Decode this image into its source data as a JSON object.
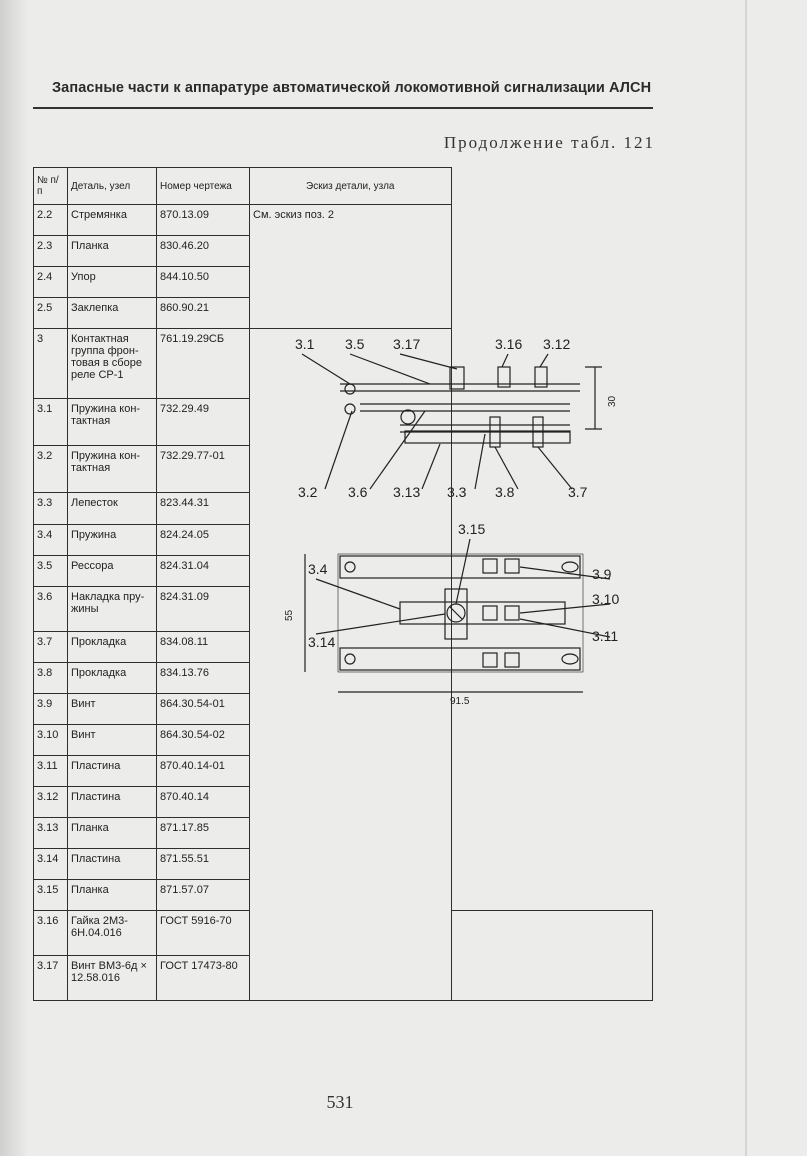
{
  "header": {
    "title": "Запасные части к аппаратуре автоматической локомотивной сигнализации АЛСН",
    "continuation": "Продолжение табл. 121"
  },
  "table": {
    "columns": [
      "№ п/п",
      "Деталь, узел",
      "Номер чертежа",
      "Эскиз детали, узла"
    ],
    "see_sketch_note": "См. эскиз поз. 2",
    "rows": [
      {
        "no": "2.2",
        "detail": "Стремянка",
        "drawing": "870.13.09"
      },
      {
        "no": "2.3",
        "detail": "Планка",
        "drawing": "830.46.20"
      },
      {
        "no": "2.4",
        "detail": "Упор",
        "drawing": "844.10.50"
      },
      {
        "no": "2.5",
        "detail": "Заклепка",
        "drawing": "860.90.21"
      },
      {
        "no": "3",
        "detail": "Контактная группа фрон-товая в сборе реле СР-1",
        "drawing": "761.19.29СБ"
      },
      {
        "no": "3.1",
        "detail": "Пружина кон-тактная",
        "drawing": "732.29.49"
      },
      {
        "no": "3.2",
        "detail": "Пружина кон-тактная",
        "drawing": "732.29.77-01"
      },
      {
        "no": "3.3",
        "detail": "Лепесток",
        "drawing": "823.44.31"
      },
      {
        "no": "3.4",
        "detail": "Пружина",
        "drawing": "824.24.05"
      },
      {
        "no": "3.5",
        "detail": "Рессора",
        "drawing": "824.31.04"
      },
      {
        "no": "3.6",
        "detail": "Накладка пру-жины",
        "drawing": "824.31.09"
      },
      {
        "no": "3.7",
        "detail": "Прокладка",
        "drawing": "834.08.11"
      },
      {
        "no": "3.8",
        "detail": "Прокладка",
        "drawing": "834.13.76"
      },
      {
        "no": "3.9",
        "detail": "Винт",
        "drawing": "864.30.54-01"
      },
      {
        "no": "3.10",
        "detail": "Винт",
        "drawing": "864.30.54-02"
      },
      {
        "no": "3.11",
        "detail": "Пластина",
        "drawing": "870.40.14-01"
      },
      {
        "no": "3.12",
        "detail": "Пластина",
        "drawing": "870.40.14"
      },
      {
        "no": "3.13",
        "detail": "Планка",
        "drawing": "871.17.85"
      },
      {
        "no": "3.14",
        "detail": "Пластина",
        "drawing": "871.55.51"
      },
      {
        "no": "3.15",
        "detail": "Планка",
        "drawing": "871.57.07"
      },
      {
        "no": "3.16",
        "detail": "Гайка 2М3-6Н.04.016",
        "drawing": "ГОСТ 5916-70"
      },
      {
        "no": "3.17",
        "detail": "Винт ВМ3-6д × 12.58.016",
        "drawing": "ГОСТ 17473-80"
      }
    ]
  },
  "sketch": {
    "side_view_labels_top": [
      "3.1",
      "3.5",
      "3.17",
      "3.16",
      "3.12"
    ],
    "side_view_labels_bottom": [
      "3.2",
      "3.6",
      "3.13",
      "3.3",
      "3.8",
      "3.7"
    ],
    "side_view_dimension": "30",
    "plan_view_labels": [
      "3.15",
      "3.4",
      "3.14",
      "3.9",
      "3.10",
      "3.11"
    ],
    "plan_view_height_dimension": "55",
    "plan_view_width_dimension": "91.5"
  },
  "footer": {
    "page_number": "531"
  }
}
